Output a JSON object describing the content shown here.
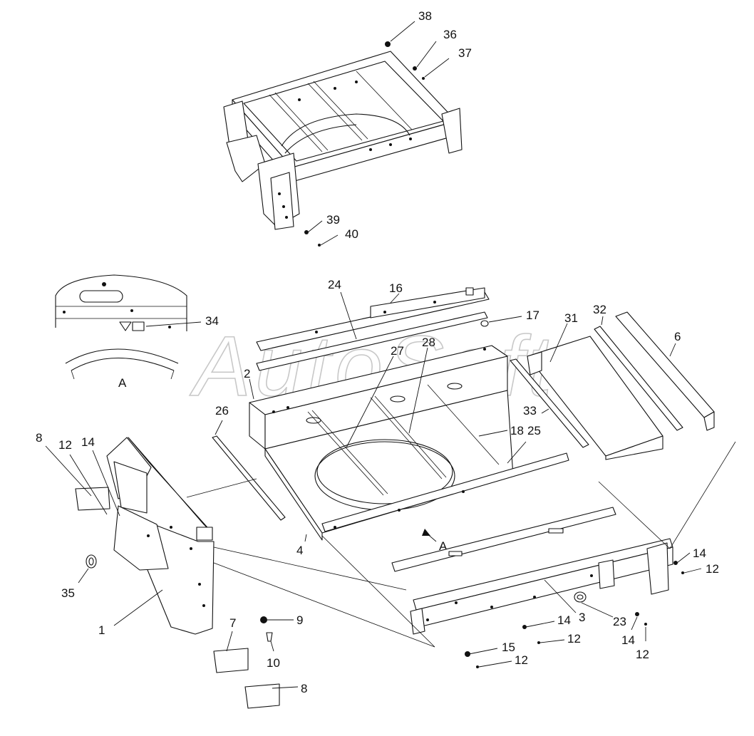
{
  "watermark": "AutoSoft",
  "view_label": "A",
  "view_arrow_label": "A",
  "callouts": {
    "c38": "38",
    "c36": "36",
    "c37": "37",
    "c39": "39",
    "c40": "40",
    "c34": "34",
    "c24": "24",
    "c16": "16",
    "c17": "17",
    "c31": "31",
    "c32": "32",
    "c6": "6",
    "c27": "27",
    "c28": "28",
    "c2": "2",
    "c26": "26",
    "c33": "33",
    "c18": "18",
    "c25": "25",
    "c8a": "8",
    "c12a": "12",
    "c14a": "14",
    "c35": "35",
    "c1": "1",
    "c4": "4",
    "c9": "9",
    "c10": "10",
    "c7": "7",
    "c8b": "8",
    "c14b": "14",
    "c12b": "12",
    "c3": "3",
    "c23": "23",
    "c14c": "14",
    "c12c": "12",
    "c15": "15",
    "c12d": "12",
    "c14d": "14",
    "c12e": "12"
  }
}
